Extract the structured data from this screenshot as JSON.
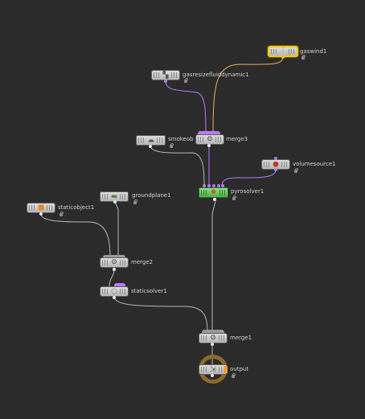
{
  "network": {
    "nodes": {
      "gaswind1": {
        "label": "gaswind1",
        "icon": "wind-icon"
      },
      "gasresizefluiddynamic1": {
        "label": "gasresizefluiddynamic1",
        "icon": "resize-icon"
      },
      "smokeobject": {
        "label": "smokeob",
        "icon": "smoke-icon"
      },
      "merge3": {
        "label": "merge3",
        "icon": "merge-icon"
      },
      "volumesource1": {
        "label": "volumesource1",
        "icon": "volume-source-icon"
      },
      "pyrosolver1": {
        "label": "pyrosolver1",
        "icon": "fire-icon"
      },
      "groundplane1": {
        "label": "groundplane1",
        "icon": "ground-icon"
      },
      "staticobject1": {
        "label": "staticobject1",
        "icon": "static-object-icon"
      },
      "merge2": {
        "label": "merge2",
        "icon": "merge-icon"
      },
      "staticsolver1": {
        "label": "staticsolver1",
        "icon": "solver-icon"
      },
      "merge1": {
        "label": "merge1",
        "icon": "merge-icon"
      },
      "output": {
        "label": "output",
        "icon": "output-icon"
      }
    },
    "colors": {
      "background": "#2b2b2b",
      "wire": "#b8b8b8",
      "wire_purple": "#b77bff",
      "wire_orange": "#e7b25a",
      "selected": "#f5c800",
      "active_solver": "#5cc357"
    }
  }
}
